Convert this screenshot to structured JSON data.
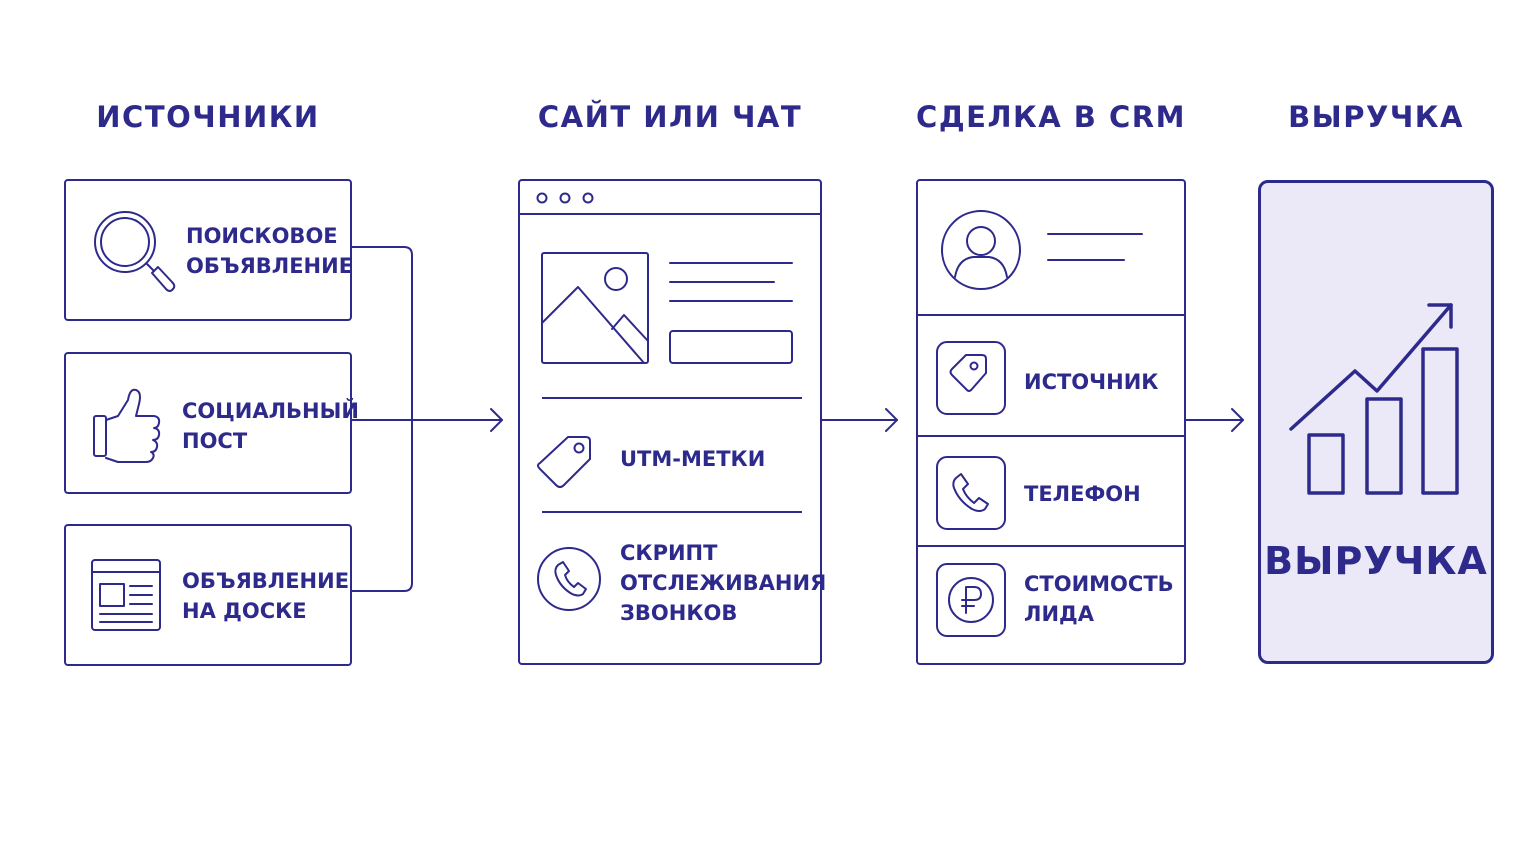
{
  "columns": {
    "sources": {
      "title": "ИСТОЧНИКИ"
    },
    "site": {
      "title": "САЙТ ИЛИ ЧАТ"
    },
    "crm": {
      "title": "СДЕЛКА В CRM"
    },
    "revenue": {
      "title": "ВЫРУЧКА"
    }
  },
  "sources": [
    {
      "label": "ПОИСКОВОЕ\nОБЪЯВЛЕНИЕ",
      "icon": "magnifier-icon"
    },
    {
      "label": "СОЦИАЛЬНЫЙ\nПОСТ",
      "icon": "thumbs-up-icon"
    },
    {
      "label": "ОБЪЯВЛЕНИЕ\nНА ДОСКЕ",
      "icon": "newspaper-icon"
    }
  ],
  "site": {
    "utm_label": "UTM-МЕТКИ",
    "call_tracking_label": "СКРИПТ\nОТСЛЕЖИВАНИЯ\nЗВОНКОВ",
    "icons": [
      "browser-dots-icon",
      "image-icon",
      "tag-icon",
      "phone-circle-icon"
    ]
  },
  "crm": {
    "rows": [
      {
        "label": "ИСТОЧНИК",
        "icon": "tag-icon"
      },
      {
        "label": "ТЕЛЕФОН",
        "icon": "phone-icon"
      },
      {
        "label": "СТОИМОСТЬ\nЛИДА",
        "icon": "ruble-coin-icon"
      }
    ],
    "header_icon": "user-avatar-icon"
  },
  "revenue": {
    "label": "ВЫРУЧКА",
    "icon": "growth-chart-icon"
  },
  "colors": {
    "ink": "#2e2a8c",
    "revenue_fill": "#ebe9f8",
    "background": "#ffffff"
  }
}
